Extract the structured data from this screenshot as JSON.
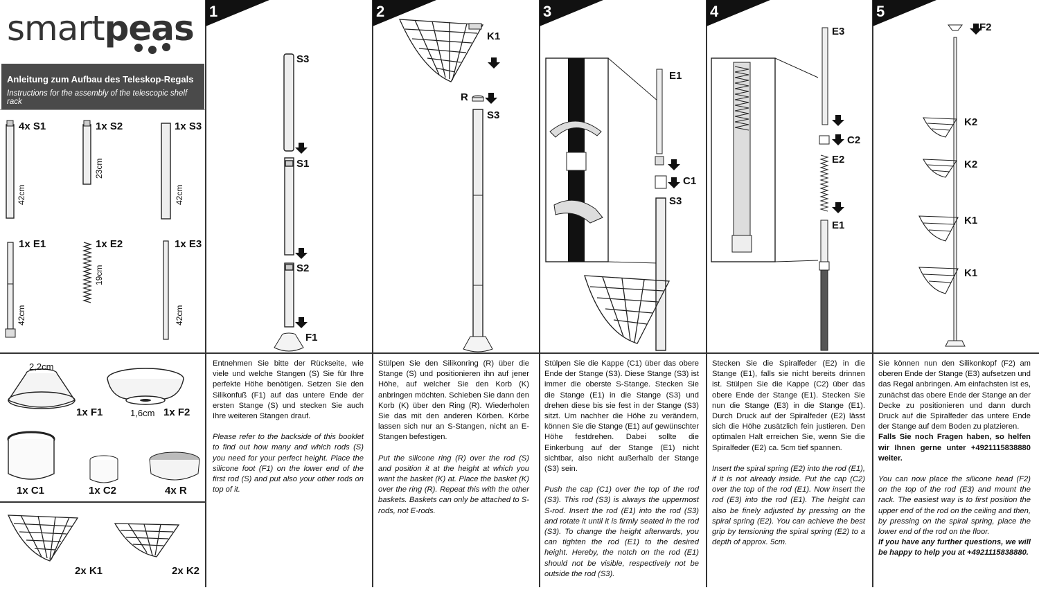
{
  "brand": {
    "name_light": "smart",
    "name_bold": "peas"
  },
  "header": {
    "title_de": "Anleitung zum Aufbau des Teleskop-Regals",
    "title_en": "Instructions for the assembly of the telescopic shelf rack"
  },
  "parts": {
    "s1": {
      "label": "4x S1",
      "length": "42cm"
    },
    "s2": {
      "label": "1x S2",
      "length": "23cm"
    },
    "s3": {
      "label": "1x S3",
      "length": "42cm"
    },
    "e1": {
      "label": "1x E1",
      "length": "42cm"
    },
    "e2": {
      "label": "1x E2",
      "length": "19cm"
    },
    "e3": {
      "label": "1x E3",
      "length": "42cm"
    },
    "f1": {
      "label": "1x F1",
      "dim": "2,2cm"
    },
    "f2": {
      "label": "1x F2",
      "dim": "1,6cm"
    },
    "c1": {
      "label": "1x C1"
    },
    "c2": {
      "label": "1x C2"
    },
    "r": {
      "label": "4x R"
    },
    "k1": {
      "label": "2x K1"
    },
    "k2": {
      "label": "2x K2"
    }
  },
  "steps": [
    {
      "number": "1",
      "labels": {
        "s3": "S3",
        "s1": "S1",
        "s2": "S2",
        "f1": "F1"
      },
      "text_de": "Entnehmen Sie bitte der Rückseite, wie viele und welche Stangen (S) Sie für Ihre perfekte Höhe benötigen. Setzen Sie den Silikonfuß (F1) auf das untere Ende der ersten Stange (S) und stecken Sie auch Ihre weiteren Stangen drauf.",
      "text_en": "Please refer to the backside of this booklet to find out how many and which rods (S) you need for your perfect height. Place the silicone foot (F1) on the lower end of the first rod (S) and put also your other rods on top of it."
    },
    {
      "number": "2",
      "labels": {
        "k1": "K1",
        "r": "R",
        "s3": "S3"
      },
      "text_de": "Stülpen Sie den Silikonring (R) über die Stange (S) und positionieren ihn auf jener Höhe, auf welcher Sie den Korb (K) anbringen möchten. Schieben Sie dann den Korb (K) über den Ring (R). Wiederholen Sie das mit den anderen Körben. Körbe lassen sich nur an S-Stangen, nicht an E-Stangen befestigen.",
      "text_en": "Put the silicone ring (R) over the rod (S) and position it at the height at which you want the basket (K) at. Place the basket (K) over the ring (R). Repeat this with the other baskets. Baskets can only be attached to S-rods, not E-rods."
    },
    {
      "number": "3",
      "labels": {
        "e1": "E1",
        "c1": "C1",
        "s3": "S3"
      },
      "text_de": "Stülpen Sie die Kappe (C1) über das obere Ende der Stange (S3). Diese Stange (S3) ist immer die oberste S-Stange. Stecken Sie die Stange (E1) in die Stange (S3) und drehen diese bis sie fest in der Stange (S3) sitzt. Um nachher die Höhe zu verändern, können Sie die Stange (E1) auf gewünschter Höhe festdrehen. Dabei sollte die Einkerbung auf der Stange (E1) nicht sichtbar, also nicht außerhalb der Stange (S3) sein.",
      "text_en": "Push the cap (C1) over the top of the rod (S3). This rod (S3) is always the uppermost S-rod. Insert the rod (E1) into the rod (S3) and rotate it until it is firmly seated in the rod (S3). To change the height afterwards, you can tighten the rod (E1) to the desired height. Hereby, the notch on the rod (E1) should not be visible, respectively not be outside the rod (S3)."
    },
    {
      "number": "4",
      "labels": {
        "e3": "E3",
        "c2": "C2",
        "e2": "E2",
        "e1": "E1"
      },
      "text_de": "Stecken Sie die Spiralfeder (E2) in die Stange (E1), falls sie nicht bereits drinnen ist. Stülpen Sie die Kappe (C2) über das obere Ende der Stange (E1). Stecken Sie nun die Stange (E3) in die Stange (E1). Durch Druck auf der Spiralfeder (E2) lässt sich die Höhe zusätzlich fein justieren. Den optimalen Halt erreichen Sie, wenn Sie die Spiralfeder (E2) ca. 5cm tief spannen.",
      "text_en": "Insert the spiral spring (E2) into the rod (E1), if it is not already inside. Put the cap (C2) over the top of the rod (E1). Now insert the rod (E3) into the rod (E1). The height can also be finely adjusted by pressing on the spiral spring (E2). You can achieve the best grip by tensioning the spiral spring (E2) to a depth of approx. 5cm."
    },
    {
      "number": "5",
      "labels": {
        "f2": "F2",
        "k2a": "K2",
        "k2b": "K2",
        "k1a": "K1",
        "k1b": "K1"
      },
      "text_de": "Sie können nun den Silikonkopf (F2) am oberen Ende der Stange (E3) aufsetzen und das Regal anbringen. Am einfachsten ist es, zunächst das obere Ende der Stange an der Decke zu positionieren und dann durch Druck auf die Spiralfeder das untere Ende der Stange auf dem Boden zu platzieren.",
      "text_de_bold": "Falls Sie noch Fragen haben, so helfen wir Ihnen gerne unter +4921115838880 weiter.",
      "text_en": "You can now place the silicone head (F2) on the top of the rod (E3) and mount the rack. The easiest way is to first position the upper end of the rod on the ceiling and then, by pressing on the spiral spring, place the lower end of the rod on the floor.",
      "text_en_bold": "If you have any further questions, we will be happy to help you at +4921115838880."
    }
  ]
}
